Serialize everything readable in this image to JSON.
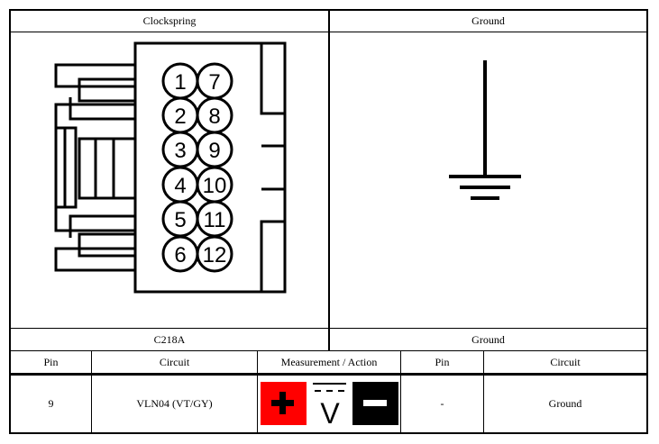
{
  "top": {
    "left_header": "Clockspring",
    "right_header": "Ground",
    "left_caption": "C218A",
    "right_caption": "Ground"
  },
  "connector": {
    "pins_left": [
      "1",
      "2",
      "3",
      "4",
      "5",
      "6"
    ],
    "pins_right": [
      "7",
      "8",
      "9",
      "10",
      "11",
      "12"
    ]
  },
  "table": {
    "headers": {
      "pin": "Pin",
      "circuit": "Circuit",
      "measurement": "Measurement / Action",
      "pin2": "Pin",
      "circuit2": "Circuit"
    },
    "row": {
      "pin": "9",
      "circuit": "VLN04 (VT/GY)",
      "pin2": "-",
      "circuit2": "Ground"
    },
    "meter": {
      "plus_color": "#ff0000",
      "minus_color": "#000000",
      "voltage_symbol": "V"
    }
  }
}
